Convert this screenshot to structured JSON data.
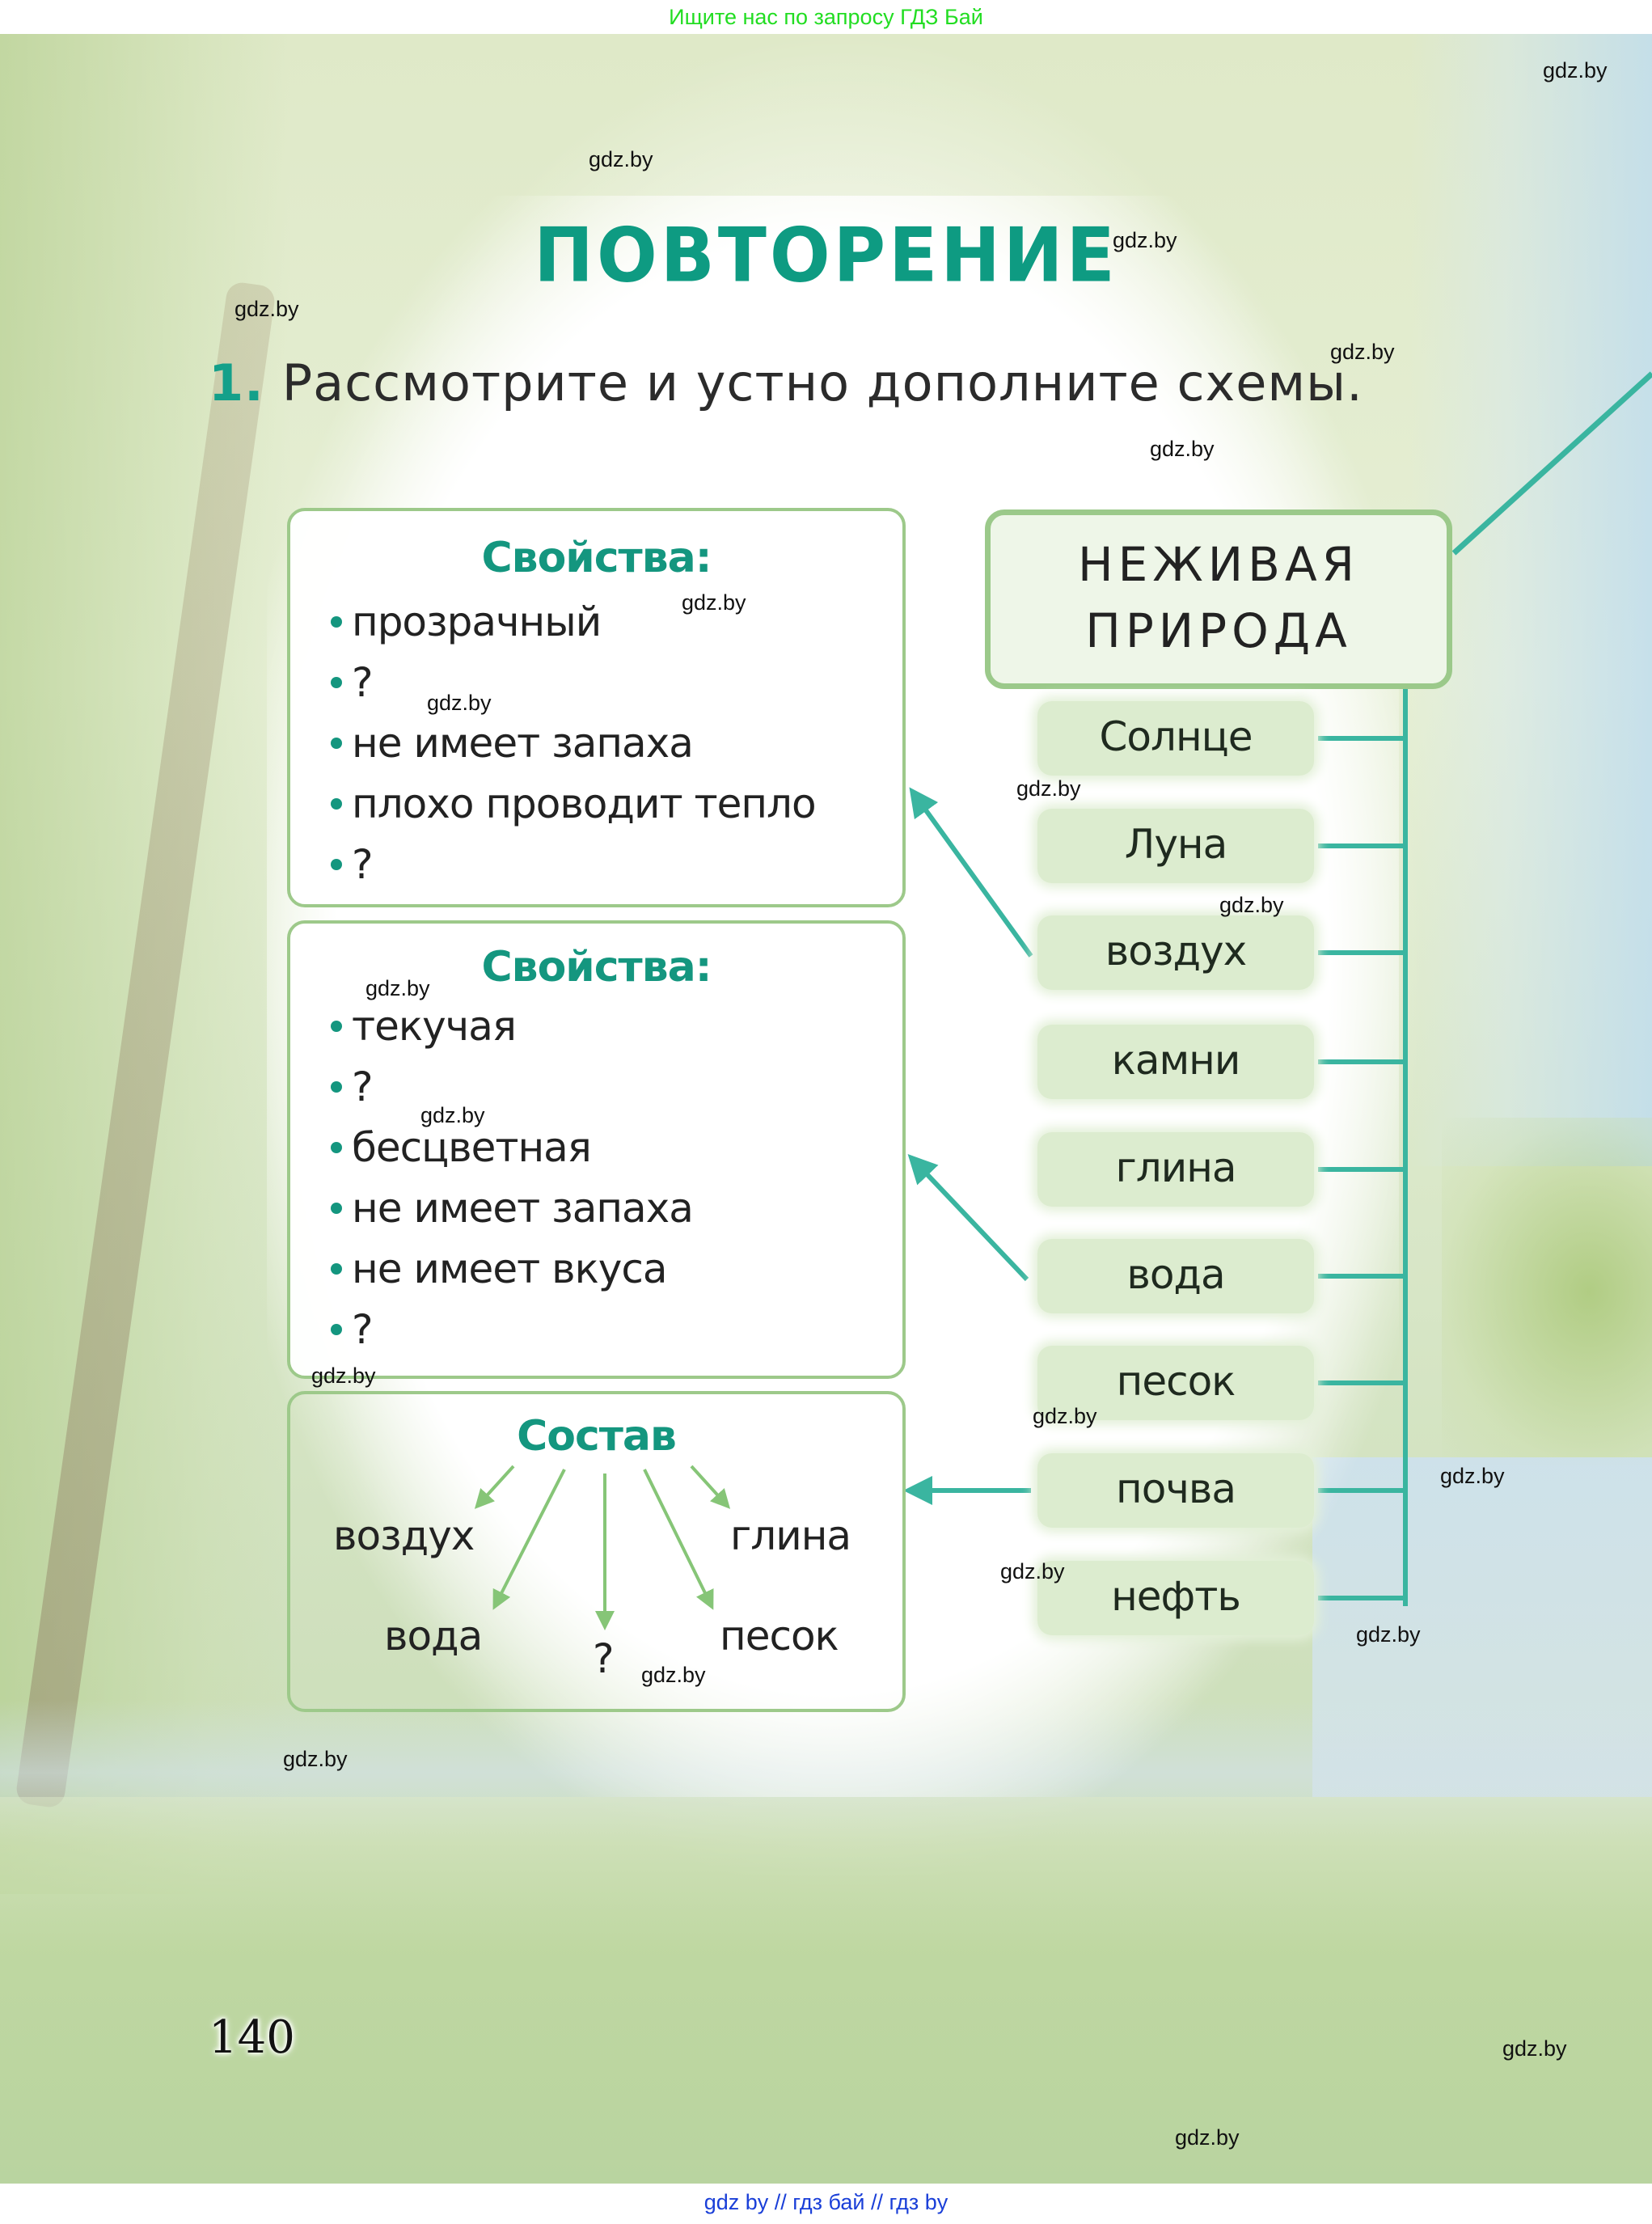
{
  "top_banner": {
    "text": "Ищите нас по запросу ГДЗ Бай",
    "color": "#22dd22"
  },
  "header": {
    "title": "ПОВТОРЕНИЕ",
    "title_color": "#0e9b82"
  },
  "task": {
    "number": "1.",
    "text": "Рассмотрите и устно дополните схемы."
  },
  "root_node": {
    "line1": "НЕЖИВАЯ",
    "line2": "ПРИРОДА"
  },
  "items": [
    {
      "label": "Солнце"
    },
    {
      "label": "Луна"
    },
    {
      "label": "воздух"
    },
    {
      "label": "камни"
    },
    {
      "label": "глина"
    },
    {
      "label": "вода"
    },
    {
      "label": "песок"
    },
    {
      "label": "почва"
    },
    {
      "label": "нефть"
    }
  ],
  "air_box": {
    "title": "Свойства:",
    "bullets": [
      "прозрачный",
      "?",
      "не имеет запаха",
      "плохо проводит тепло",
      "?"
    ]
  },
  "water_box": {
    "title": "Свойства:",
    "bullets": [
      "текучая",
      "?",
      "бесцветная",
      "не имеет запаха",
      "не имеет вкуса",
      "?"
    ]
  },
  "soil_box": {
    "title": "Состав",
    "components": [
      "воздух",
      "глина",
      "вода",
      "?",
      "песок"
    ]
  },
  "page_number": "140",
  "watermark": "gdz.by",
  "footer": {
    "text": "gdz by  //  гдз бай  //  гдз by",
    "color": "#1a3fd8"
  },
  "colors": {
    "accent": "#14967f",
    "box_border": "#9dc98a",
    "pill_fill": "#dceccf",
    "connector": "#3ab5a0"
  }
}
